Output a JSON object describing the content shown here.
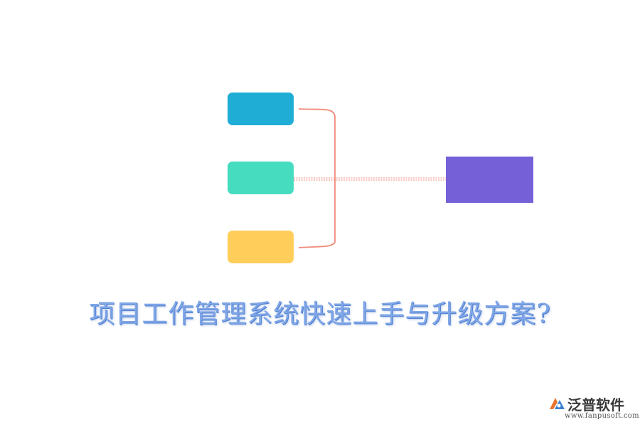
{
  "diagram": {
    "nodes": [
      {
        "id": "top",
        "color": "#1fadd6"
      },
      {
        "id": "middle",
        "color": "#46dcc0"
      },
      {
        "id": "bottom",
        "color": "#ffce5a"
      },
      {
        "id": "target",
        "color": "#7660d8"
      }
    ],
    "connector_color": "#f08a7a"
  },
  "title": "项目工作管理系统快速上手与升级方案?",
  "brand": {
    "name": "泛普软件",
    "url": "www.fanpusoft.com",
    "logo_icon": "fanpu-logo-icon"
  }
}
